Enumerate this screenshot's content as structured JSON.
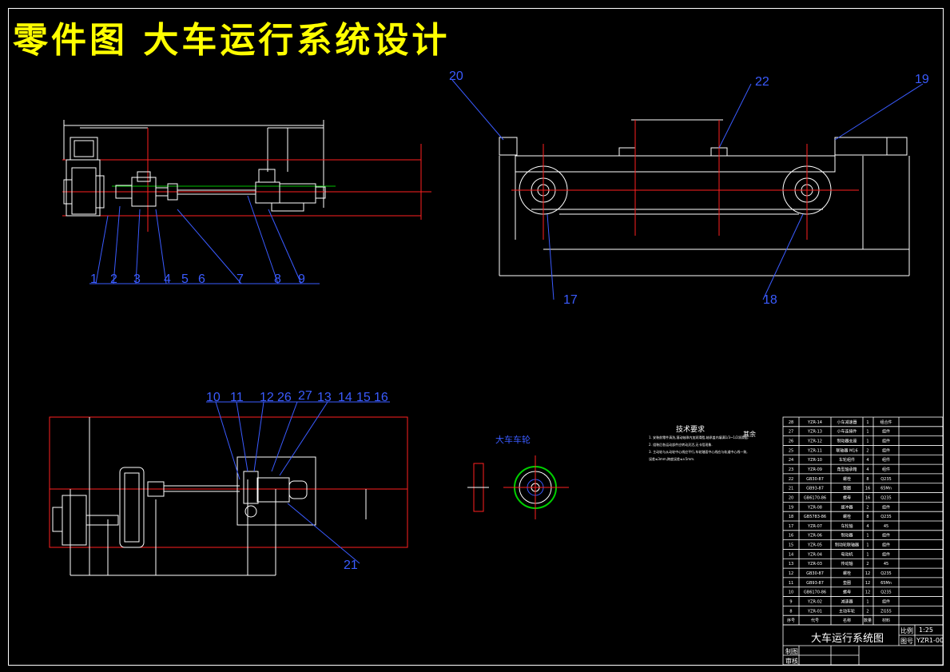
{
  "title": "零件图  大车运行系统设计",
  "leaders": {
    "top_left": [
      "1",
      "2",
      "3",
      "4",
      "5",
      "6",
      "7",
      "8",
      "9"
    ],
    "top_right": [
      "20",
      "22",
      "19",
      "17",
      "18"
    ],
    "bottom_left": [
      "10",
      "11",
      "12",
      "26",
      "27",
      "13",
      "14",
      "15",
      "16",
      "21"
    ]
  },
  "wheel_view_label": "大车车轮",
  "tech_requirements": {
    "title": "技术要求",
    "lines": [
      "1. 安装前零件清洗,滚动轴承内加润滑脂,轴承盖内填满1/3~1/2润滑脂.",
      "2. 组装后各运动部件应转动灵活,无卡阻现象.",
      "3. 主动轮与从动轮中心线应平行,车轮踏面中心线应与轨道中心线一致,",
      "   误差≤3mm,跨度误差≤±5mm."
    ]
  },
  "other_label": "其余",
  "parts_table": {
    "rows": [
      [
        "28",
        "YZR-14",
        "小车减速器",
        "1",
        "组合件"
      ],
      [
        "27",
        "YZR-13",
        "小车连接件",
        "1",
        "组件"
      ],
      [
        "26",
        "YZR-12",
        "制动器支座",
        "1",
        "组件"
      ],
      [
        "25",
        "YZR-11",
        "联轴器 M16",
        "2",
        "组件"
      ],
      [
        "24",
        "YZR-10",
        "车轮组件",
        "4",
        "组件"
      ],
      [
        "23",
        "YZR-09",
        "角型轴承箱",
        "4",
        "组件"
      ],
      [
        "22",
        "GB30-87",
        "螺栓",
        "8",
        "Q235"
      ],
      [
        "21",
        "GB93-87",
        "垫圈",
        "16",
        "65Mn"
      ],
      [
        "20",
        "GB6170-86",
        "螺母",
        "16",
        "Q235"
      ],
      [
        "19",
        "YZR-08",
        "缓冲器",
        "2",
        "组件"
      ],
      [
        "18",
        "GB5783-86",
        "螺栓",
        "8",
        "Q235"
      ],
      [
        "17",
        "YZR-07",
        "车轮轴",
        "4",
        "45"
      ],
      [
        "16",
        "YZR-06",
        "制动器",
        "1",
        "组件"
      ],
      [
        "15",
        "YZR-05",
        "制动轮联轴器",
        "1",
        "组件"
      ],
      [
        "14",
        "YZR-04",
        "电动机",
        "1",
        "组件"
      ],
      [
        "13",
        "YZR-03",
        "传动轴",
        "2",
        "45"
      ],
      [
        "12",
        "GB30-87",
        "螺栓",
        "12",
        "Q235"
      ],
      [
        "11",
        "GB93-87",
        "垫圈",
        "12",
        "65Mn"
      ],
      [
        "10",
        "GB6170-86",
        "螺母",
        "12",
        "Q235"
      ],
      [
        "9",
        "YZR-02",
        "减速器",
        "1",
        "组件"
      ],
      [
        "8",
        "YZR-01",
        "主动车轮",
        "2",
        "ZG55"
      ],
      [
        "序号",
        "代号",
        "名称",
        "数量",
        "材料"
      ]
    ]
  },
  "title_block": {
    "drawing_name": "大车运行系统图",
    "scale_label": "比例",
    "scale_value": "1:25",
    "number_label": "图号",
    "number_value": "YZR1-00",
    "design_label": "制图",
    "review_label": "审核"
  }
}
